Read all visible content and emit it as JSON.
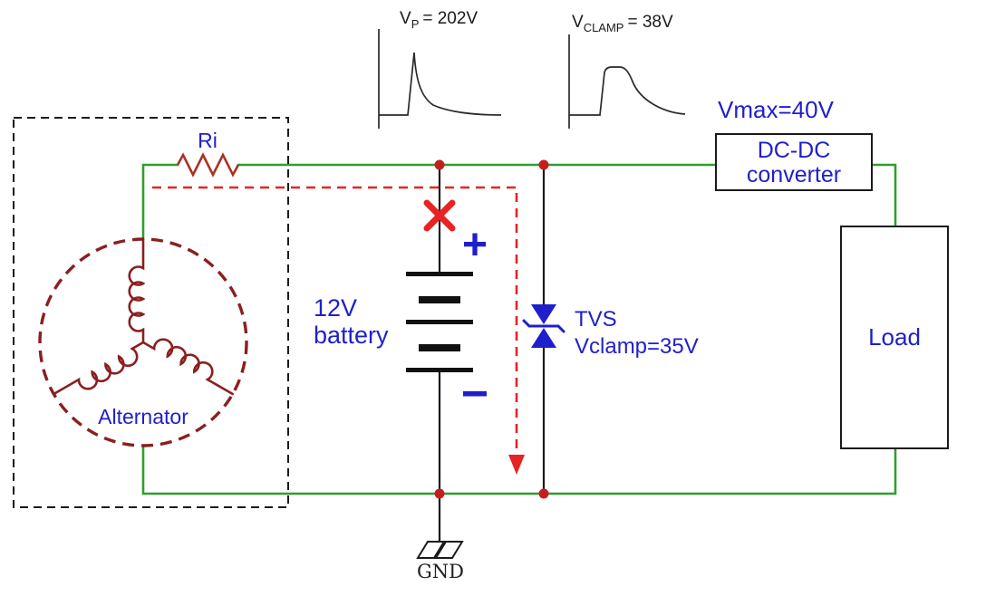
{
  "labels": {
    "ri": "Ri",
    "alternator": "Alternator",
    "battery_line1": "12V",
    "battery_line2": "battery",
    "plus": "+",
    "minus": "−",
    "tvs_name": "TVS",
    "tvs_value": "Vclamp=35V",
    "vmax": "Vmax=40V",
    "dcdc_line1": "DC-DC",
    "dcdc_line2": "converter",
    "load": "Load",
    "gnd": "GND"
  },
  "waveforms": {
    "peak": {
      "v": "V",
      "sub": "P",
      "rest": "= 202V",
      "peak_value": "202V",
      "shape": "sharp transient spike with exponential decay"
    },
    "clamp": {
      "v": "V",
      "sub": "CLAMP",
      "rest": "= 38V",
      "clamp_value": "38V",
      "shape": "clamped pulse with exponential decay"
    }
  },
  "colors": {
    "wire": "#2f9e2f",
    "winding": "#8a1f1f",
    "resistor": "#a83226",
    "label": "#1f1fcc",
    "fault": "#e62424",
    "node": "#c41f1f",
    "ink": "#1a1a1a"
  }
}
